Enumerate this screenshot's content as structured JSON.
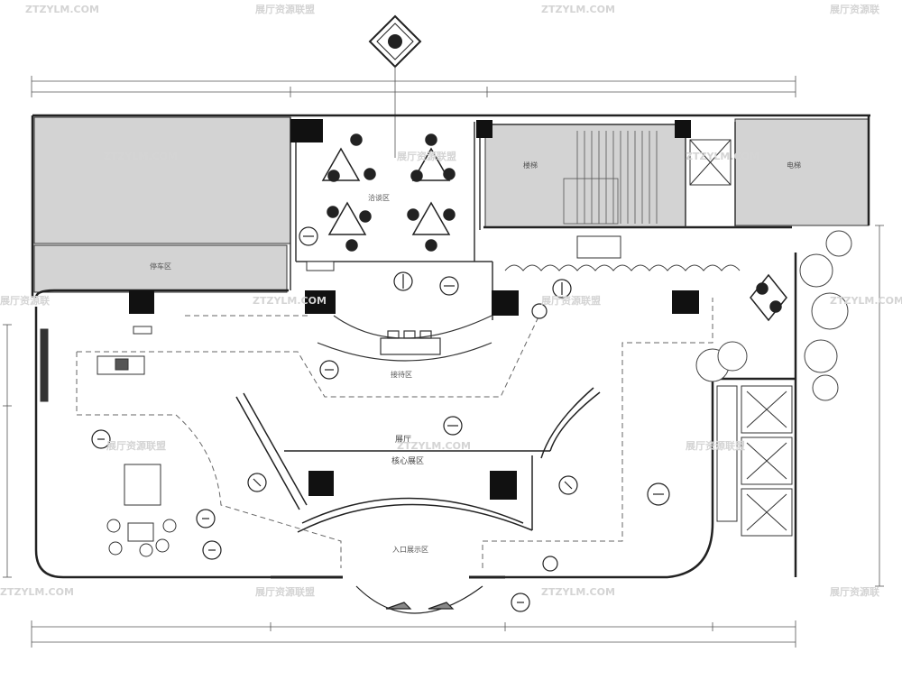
{
  "watermarks": {
    "brand_cn": "展厅资源联盟",
    "brand_en": "ZTZYLM.COM",
    "brand_cn_partial": "展厅资源联盟",
    "brand_en_partial": "ZTZYLM.COM",
    "brand_cn_cut": "展厅资源联",
    "brand_cn_edge": "展厅资源联"
  },
  "labels": {
    "hall_center": "展厅",
    "core_exhibit": "核心展区",
    "entrance": "入口展示区",
    "lounge": "洽谈区",
    "reception": "接待区",
    "parking": "停车区",
    "stair": "楼梯",
    "elevator": "电梯"
  },
  "colors": {
    "wall": "#1a1a1a",
    "hatch": "#d2d2d2",
    "line": "#333333",
    "watermark": "#d4d4d4"
  }
}
